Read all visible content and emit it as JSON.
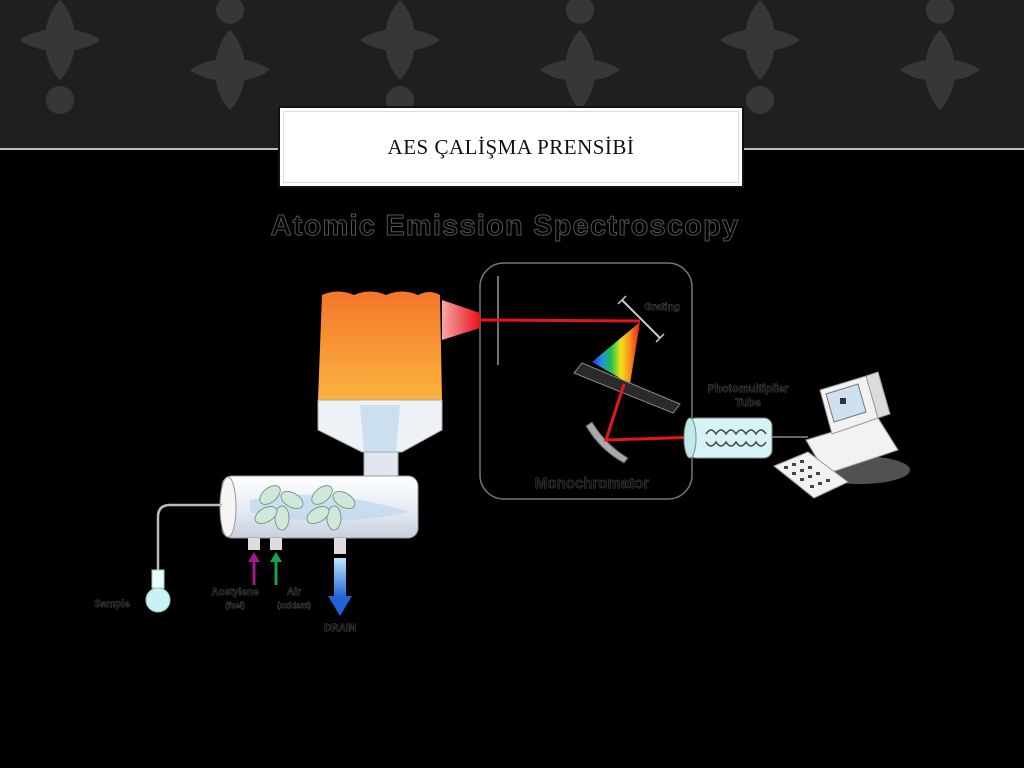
{
  "slide": {
    "title": "AES ÇALİŞMA PRENSİBİ",
    "subtitle": "Atomic Emission Spectroscopy"
  },
  "diagram": {
    "labels": {
      "monochromator": "Monochromator",
      "grating": "Grating",
      "pmt_line1": "Photomultiplier",
      "pmt_line2": "Tube",
      "sample": "Sample",
      "acetylene": "Acetylene",
      "fuel": "(fuel)",
      "air": "Air",
      "oxidant": "(oxidant)",
      "drain": "DRAIN"
    }
  },
  "colors": {
    "flame_top": "#f4762a",
    "flame_bottom": "#fbb43f",
    "beam": "#e8141b",
    "monitor": "#f2f2f2",
    "tube_glass": "#d6f3f5",
    "acetylene_arrow": "#a0198c",
    "air_arrow": "#1da04a",
    "drain_arrow": "#1f63d6"
  }
}
